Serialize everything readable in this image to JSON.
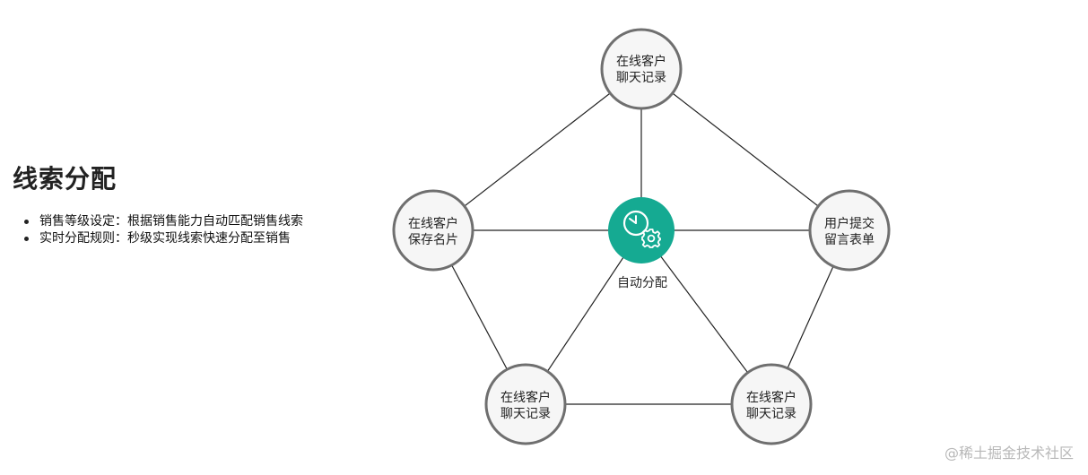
{
  "section": {
    "title": "线索分配",
    "bullets": [
      "销售等级设定：根据销售能力自动匹配销售线索",
      "实时分配规则：秒级实现线索快速分配至销售"
    ]
  },
  "diagram": {
    "hub": {
      "label": "自动分配",
      "icon": "clock-gear-icon",
      "color": "#15aa92"
    },
    "nodes": [
      {
        "id": "top",
        "lines": [
          "在线客户",
          "聊天记录"
        ]
      },
      {
        "id": "left",
        "lines": [
          "在线客户",
          "保存名片"
        ]
      },
      {
        "id": "right",
        "lines": [
          "用户提交",
          "留言表单"
        ]
      },
      {
        "id": "bottom-left",
        "lines": [
          "在线客户",
          "聊天记录"
        ]
      },
      {
        "id": "bottom-right",
        "lines": [
          "在线客户",
          "聊天记录"
        ]
      }
    ],
    "colors": {
      "node_fill": "#f6f6f6",
      "node_stroke": "#6f6f6f",
      "edge": "#222222"
    }
  },
  "watermark": "@稀土掘金技术社区"
}
